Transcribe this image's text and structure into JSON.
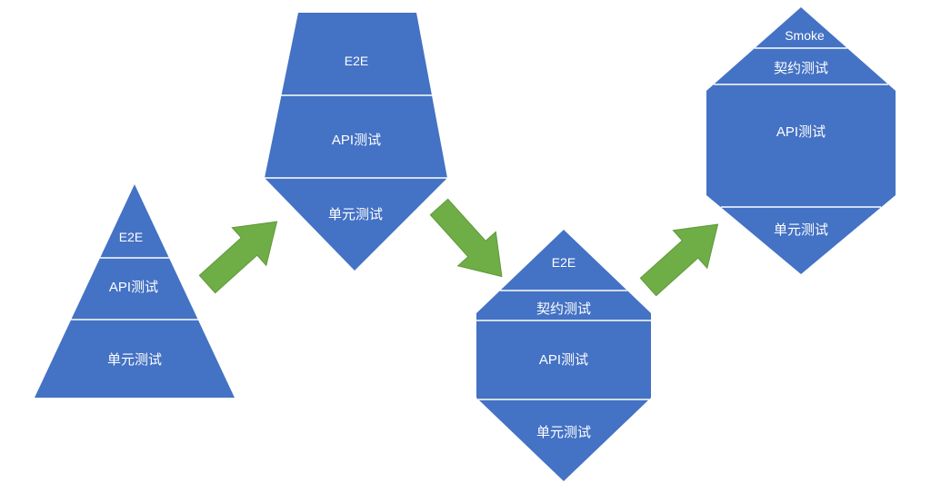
{
  "diagram": {
    "description": "test-pyramid-evolution-diagram",
    "colors": {
      "shape_fill": "#4472c4",
      "divider_line": "#ffffff",
      "arrow_fill": "#6fad47",
      "label_text": "#ffffff"
    },
    "stages": [
      {
        "shape": "pyramid",
        "layers": [
          "E2E",
          "API测试",
          "单元测试"
        ]
      },
      {
        "shape": "inverted-funnel",
        "layers": [
          "E2E",
          "API测试",
          "单元测试"
        ]
      },
      {
        "shape": "honeycomb",
        "layers": [
          "E2E",
          "契约测试",
          "API测试",
          "单元测试"
        ]
      },
      {
        "shape": "honeycomb",
        "layers": [
          "Smoke",
          "契约测试",
          "API测试",
          "单元测试"
        ]
      }
    ],
    "arrows": [
      "up-right",
      "down-right",
      "up-right"
    ]
  }
}
